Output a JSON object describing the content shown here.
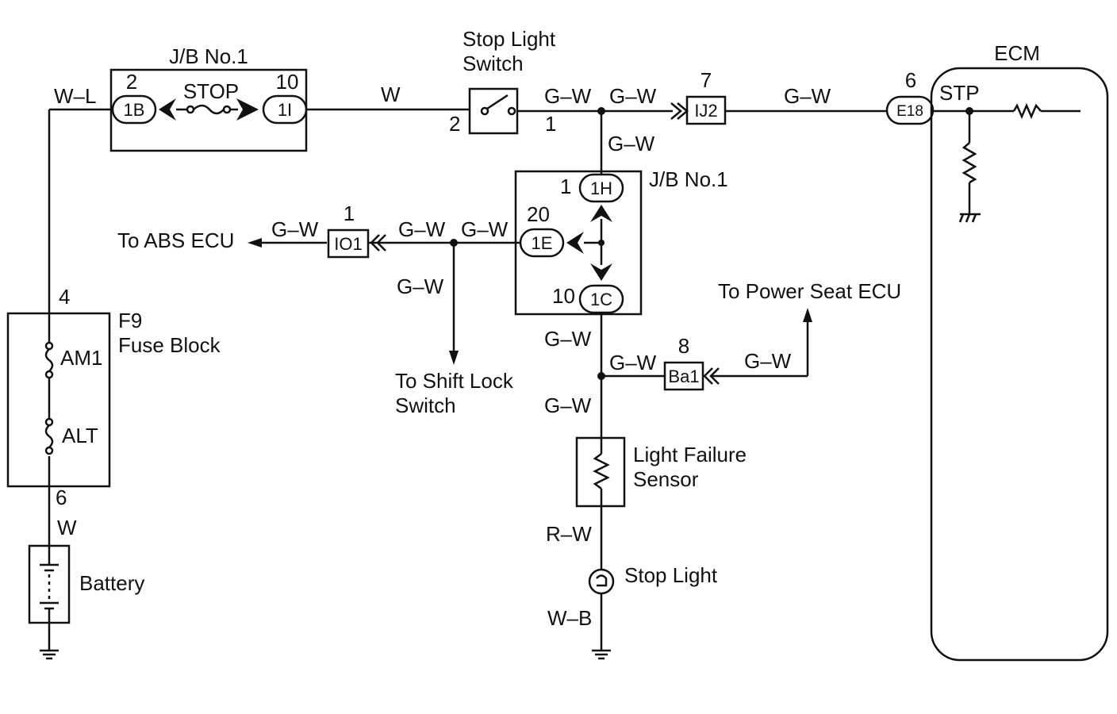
{
  "jb_top": {
    "title": "J/B No.1",
    "pin_left_num": "2",
    "pin_left": "1B",
    "fuse": "STOP",
    "pin_right_num": "10",
    "pin_right": "1I"
  },
  "switch": {
    "title_line1": "Stop Light",
    "title_line2": "Switch",
    "pin_in": "2",
    "pin_out": "1"
  },
  "ij2": {
    "pin_num": "7",
    "name": "IJ2"
  },
  "ecm": {
    "title": "ECM",
    "connector_num": "6",
    "connector": "E18",
    "terminal": "STP"
  },
  "jb_mid": {
    "title": "J/B No.1",
    "pin_1h_num": "1",
    "pin_1h": "1H",
    "pin_1e_num": "20",
    "pin_1e": "1E",
    "pin_1c_num": "10",
    "pin_1c": "1C"
  },
  "io1": {
    "pin_num": "1",
    "name": "IO1"
  },
  "ba1": {
    "pin_num": "8",
    "name": "Ba1"
  },
  "fuse_block": {
    "code": "F9",
    "title": "Fuse Block",
    "pin_top": "4",
    "pin_bottom": "6",
    "fuse1": "AM1",
    "fuse2": "ALT"
  },
  "battery": {
    "label": "Battery"
  },
  "sensor": {
    "line1": "Light Failure",
    "line2": "Sensor"
  },
  "stop_light": {
    "label": "Stop Light"
  },
  "destinations": {
    "abs": "To ABS ECU",
    "shift_line1": "To Shift Lock",
    "shift_line2": "Switch",
    "power_seat": "To Power Seat ECU"
  },
  "wires": {
    "wl": "W–L",
    "w_top": "W",
    "gw_sw": "G–W",
    "gw_ij2": "G–W",
    "gw_ecm": "G–W",
    "gw_down": "G–W",
    "gw_abs": "G–W",
    "gw_io1": "G–W",
    "gw_1e": "G–W",
    "gw_shift": "G–W",
    "gw_below_jb": "G–W",
    "gw_ba1": "G–W",
    "gw_seat": "G–W",
    "gw_sensor": "G–W",
    "rw": "R–W",
    "wb": "W–B",
    "w_batt": "W"
  }
}
